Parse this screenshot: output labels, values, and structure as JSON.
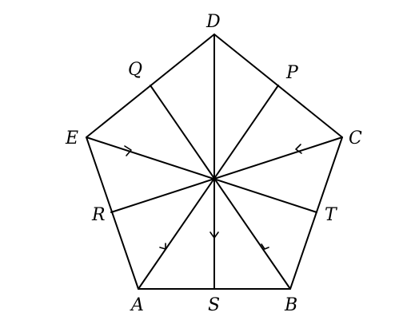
{
  "figure": {
    "points": [
      {
        "id": "D",
        "label": "D"
      },
      {
        "id": "C",
        "label": "C"
      },
      {
        "id": "B",
        "label": "B"
      },
      {
        "id": "A",
        "label": "A"
      },
      {
        "id": "E",
        "label": "E"
      },
      {
        "id": "P",
        "label": "P"
      },
      {
        "id": "T",
        "label": "T"
      },
      {
        "id": "S",
        "label": "S"
      },
      {
        "id": "R",
        "label": "R"
      },
      {
        "id": "Q",
        "label": "Q"
      }
    ],
    "pentagon_vertices": [
      "D",
      "C",
      "B",
      "A",
      "E"
    ],
    "center_segments": [
      {
        "from": "D",
        "to": "S",
        "arrow": "toward S"
      },
      {
        "from": "C",
        "to": "R",
        "arrow": "toward center"
      },
      {
        "from": "B",
        "to": "Q",
        "arrow": "toward center"
      },
      {
        "from": "A",
        "to": "P",
        "arrow": "toward center"
      },
      {
        "from": "E",
        "to": "T",
        "arrow": "toward center"
      }
    ],
    "colors": {
      "line": "#000000",
      "background": "#ffffff"
    }
  }
}
